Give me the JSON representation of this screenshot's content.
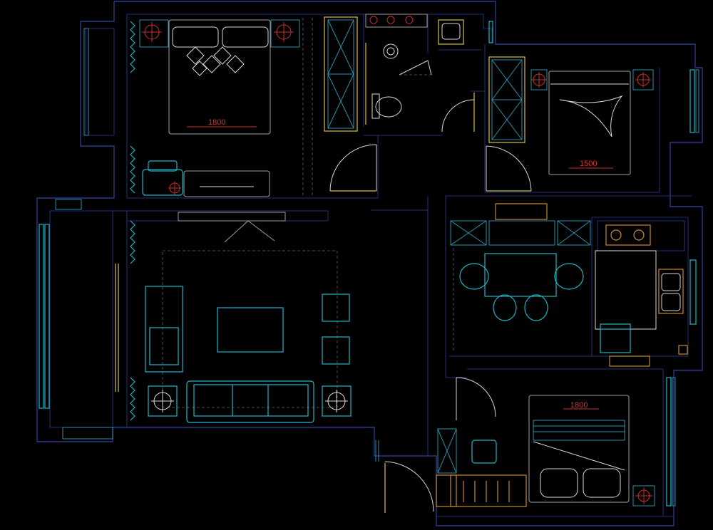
{
  "drawing": {
    "background": "#000000",
    "colors": {
      "wall": "#2a3a8a",
      "furniture": "#1fb6c8",
      "cabinet": "#d8c23a",
      "kitchen": "#c98a2a",
      "fixture": "#d9d9d9",
      "dimension_text": "#e0302a"
    }
  },
  "labels": {
    "master_bed_width": "1800",
    "second_bed_width": "1500",
    "third_bed_width": "1800"
  }
}
